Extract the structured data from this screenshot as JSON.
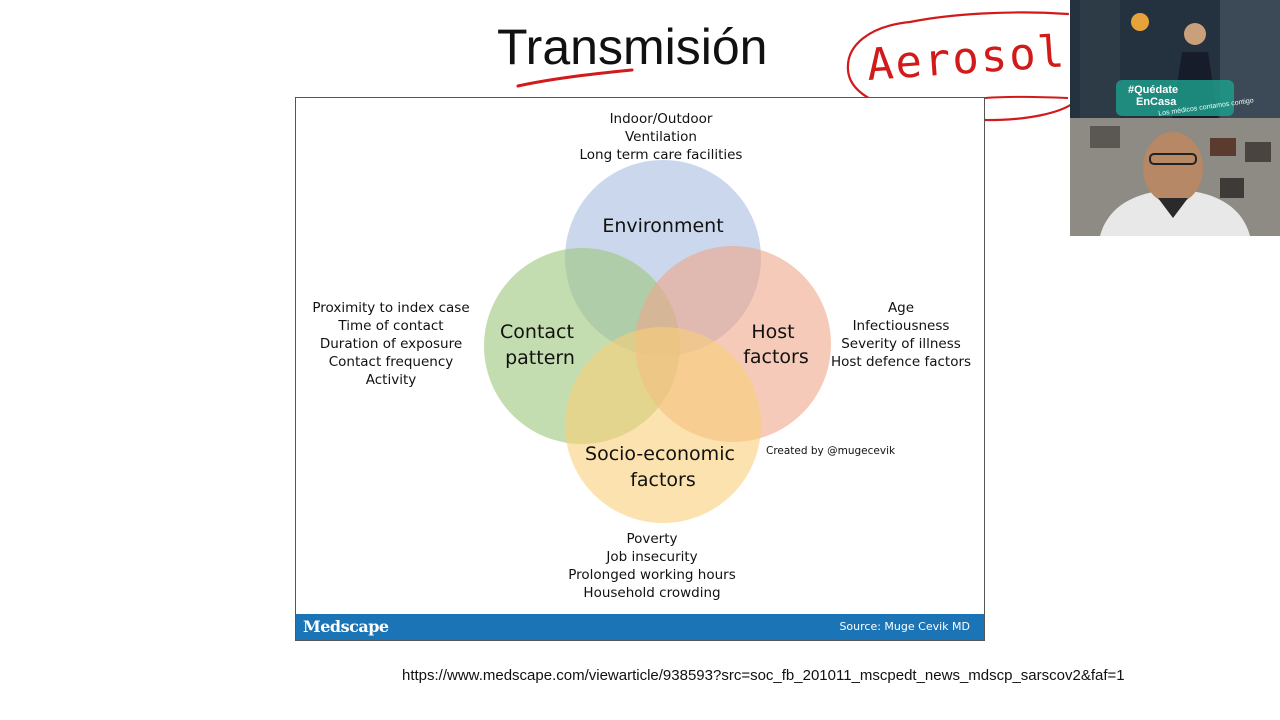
{
  "slide": {
    "title": "Transmisión",
    "annotation_text": "Aerosol",
    "url": "https://www.medscape.com/viewarticle/938593?src=soc_fb_201011_mscpedt_news_mdscp_sarscov2&faf=1"
  },
  "figure": {
    "circles": {
      "environment": {
        "label_lines": [
          "Environment"
        ],
        "color": "#a9bde0"
      },
      "contact": {
        "label_lines": [
          "Contact",
          "pattern"
        ],
        "color": "#9cc77c"
      },
      "host": {
        "label_lines": [
          "Host",
          "factors"
        ],
        "color": "#eea78a"
      },
      "socio": {
        "label_lines": [
          "Socio-economic",
          "factors"
        ],
        "color": "#f8cf78"
      }
    },
    "environment_factors": [
      "Indoor/Outdoor",
      "Ventilation",
      "Long term care facilities"
    ],
    "contact_factors": [
      "Proximity to index case",
      "Time of contact",
      "Duration of exposure",
      "Contact frequency",
      "Activity"
    ],
    "host_factors": [
      "Age",
      "Infectiousness",
      "Severity of illness",
      "Host defence factors"
    ],
    "socio_factors": [
      "Poverty",
      "Job insecurity",
      "Prolonged working hours",
      "Household crowding"
    ],
    "credit": "Created by @mugecevik",
    "brand": "Medscape",
    "source": "Source: Muge Cevik MD",
    "footer_color": "#1a74b5"
  },
  "overlay": {
    "badge_line1": "#Quédate",
    "badge_line2": "EnCasa",
    "badge_sub": "Los médicos contamos contigo"
  }
}
